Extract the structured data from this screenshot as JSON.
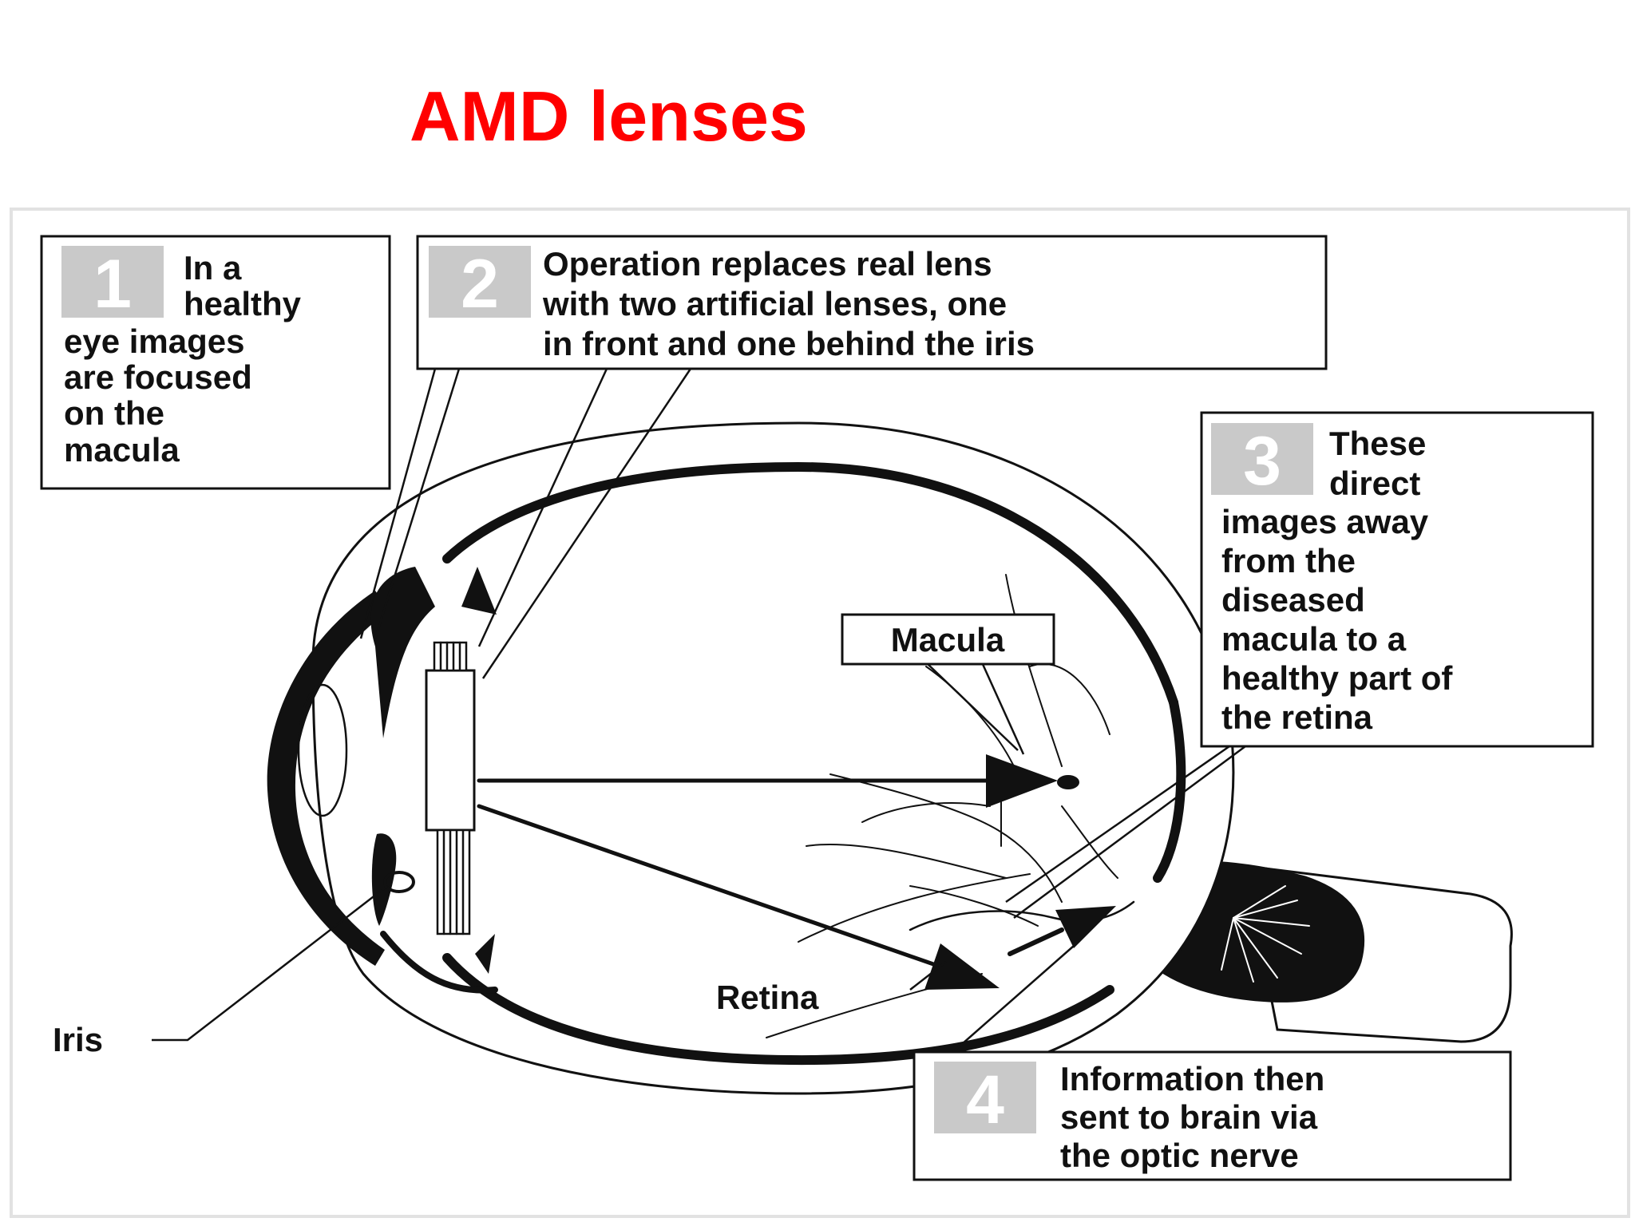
{
  "slide": {
    "title": "AMD lenses",
    "title_color": "#FF0000"
  },
  "callouts": [
    {
      "number": "1",
      "lines": [
        "In a",
        "healthy",
        "eye images",
        "are focused",
        "on the",
        "macula"
      ]
    },
    {
      "number": "2",
      "lines": [
        "Operation replaces real lens",
        "with two artificial lenses, one",
        "in front and one behind the iris"
      ]
    },
    {
      "number": "3",
      "lines": [
        "These",
        "direct",
        "images away",
        "from the",
        "diseased",
        "macula to a",
        "healthy part of",
        "the retina"
      ]
    },
    {
      "number": "4",
      "lines": [
        "Information then",
        "sent to brain via",
        "the optic nerve"
      ]
    }
  ],
  "labels": {
    "macula": "Macula",
    "retina": "Retina",
    "iris": "Iris"
  },
  "colors": {
    "ink": "#111111",
    "number_box": "#c9c9c9",
    "number_text": "#ffffff"
  }
}
